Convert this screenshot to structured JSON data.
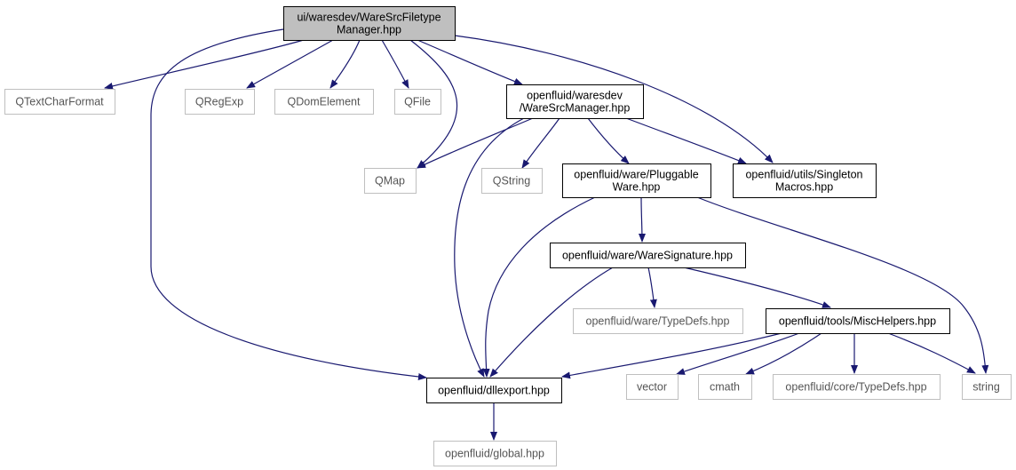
{
  "diagram": {
    "edge_color": "#191970",
    "nodes": {
      "root": {
        "lines": [
          "ui/waresdev/WareSrcFiletype",
          "Manager.hpp"
        ],
        "style": "main"
      },
      "qtextcharformat": {
        "lines": [
          "QTextCharFormat"
        ],
        "style": "gray"
      },
      "qregexp": {
        "lines": [
          "QRegExp"
        ],
        "style": "gray"
      },
      "qdomelement": {
        "lines": [
          "QDomElement"
        ],
        "style": "gray"
      },
      "qfile": {
        "lines": [
          "QFile"
        ],
        "style": "gray"
      },
      "waresrcmanager": {
        "lines": [
          "openfluid/waresdev",
          "/WareSrcManager.hpp"
        ],
        "style": "black"
      },
      "qmap": {
        "lines": [
          "QMap"
        ],
        "style": "gray"
      },
      "qstring": {
        "lines": [
          "QString"
        ],
        "style": "gray"
      },
      "pluggableware": {
        "lines": [
          "openfluid/ware/Pluggable",
          "Ware.hpp"
        ],
        "style": "black"
      },
      "singletonmacros": {
        "lines": [
          "openfluid/utils/Singleton",
          "Macros.hpp"
        ],
        "style": "black"
      },
      "waresignature": {
        "lines": [
          "openfluid/ware/WareSignature.hpp"
        ],
        "style": "black"
      },
      "waretypedefs": {
        "lines": [
          "openfluid/ware/TypeDefs.hpp"
        ],
        "style": "gray"
      },
      "mischelpers": {
        "lines": [
          "openfluid/tools/MiscHelpers.hpp"
        ],
        "style": "black"
      },
      "dllexport": {
        "lines": [
          "openfluid/dllexport.hpp"
        ],
        "style": "black"
      },
      "vector": {
        "lines": [
          "vector"
        ],
        "style": "gray"
      },
      "cmath": {
        "lines": [
          "cmath"
        ],
        "style": "gray"
      },
      "coretypedefs": {
        "lines": [
          "openfluid/core/TypeDefs.hpp"
        ],
        "style": "gray"
      },
      "string": {
        "lines": [
          "string"
        ],
        "style": "gray"
      },
      "global": {
        "lines": [
          "openfluid/global.hpp"
        ],
        "style": "gray"
      }
    },
    "edges": [
      [
        "root",
        "qtextcharformat"
      ],
      [
        "root",
        "qregexp"
      ],
      [
        "root",
        "qdomelement"
      ],
      [
        "root",
        "qfile"
      ],
      [
        "root",
        "waresrcmanager"
      ],
      [
        "root",
        "qmap"
      ],
      [
        "root",
        "singletonmacros"
      ],
      [
        "root",
        "dllexport"
      ],
      [
        "waresrcmanager",
        "qmap"
      ],
      [
        "waresrcmanager",
        "qstring"
      ],
      [
        "waresrcmanager",
        "pluggableware"
      ],
      [
        "waresrcmanager",
        "singletonmacros"
      ],
      [
        "waresrcmanager",
        "dllexport"
      ],
      [
        "pluggableware",
        "waresignature"
      ],
      [
        "pluggableware",
        "dllexport"
      ],
      [
        "pluggableware",
        "string"
      ],
      [
        "waresignature",
        "waretypedefs"
      ],
      [
        "waresignature",
        "mischelpers"
      ],
      [
        "waresignature",
        "dllexport"
      ],
      [
        "mischelpers",
        "dllexport"
      ],
      [
        "mischelpers",
        "vector"
      ],
      [
        "mischelpers",
        "cmath"
      ],
      [
        "mischelpers",
        "coretypedefs"
      ],
      [
        "mischelpers",
        "string"
      ],
      [
        "dllexport",
        "global"
      ]
    ]
  }
}
